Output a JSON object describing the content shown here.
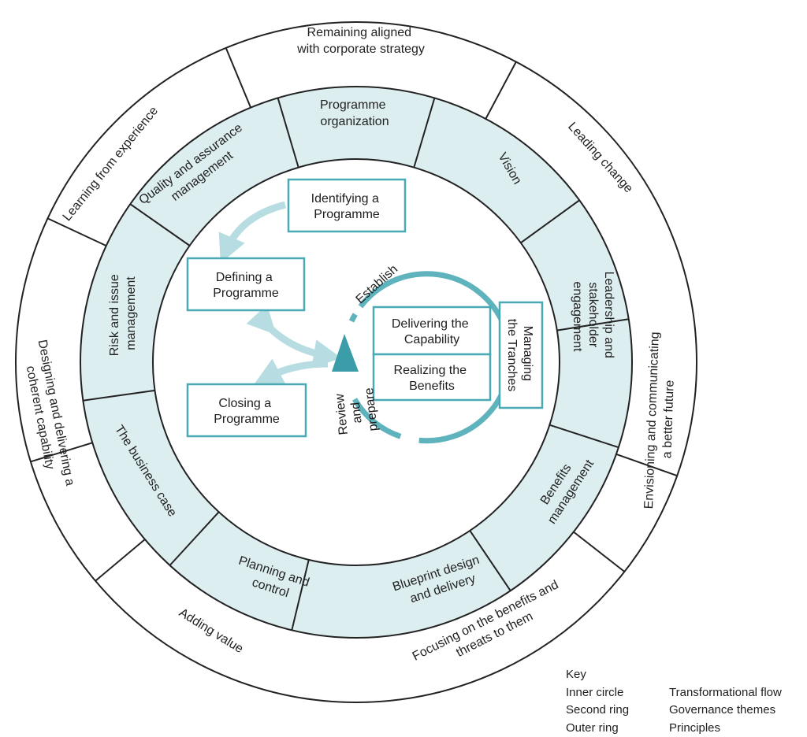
{
  "colors": {
    "teal": "#5fb3bd",
    "teal_dark": "#3a9da8",
    "box_border": "#49a9b4",
    "ring_fill": "#ddeef0",
    "arrow_light": "#b7dde2",
    "line": "#222222"
  },
  "outer_ring": {
    "segments": [
      {
        "lines": [
          "Remaining aligned",
          "with corporate strategy"
        ]
      },
      {
        "lines": [
          "Leading change"
        ]
      },
      {
        "lines": [
          "Envisioning and communicating",
          "a better future"
        ]
      },
      {
        "lines": [
          "Focusing on the benefits and",
          "threats to them"
        ]
      },
      {
        "lines": [
          "Adding value"
        ]
      },
      {
        "lines": [
          "Designing and delivering a",
          "coherent capability"
        ]
      },
      {
        "lines": [
          "Learning from experience"
        ]
      }
    ]
  },
  "second_ring": {
    "segments": [
      {
        "lines": [
          "Programme",
          "organization"
        ]
      },
      {
        "lines": [
          "Vision"
        ]
      },
      {
        "lines": [
          "Leadership and",
          "stakeholder",
          "engagement"
        ]
      },
      {
        "lines": [
          "Benefits",
          "management"
        ]
      },
      {
        "lines": [
          "Blueprint design",
          "and delivery"
        ]
      },
      {
        "lines": [
          "Planning and",
          "control"
        ]
      },
      {
        "lines": [
          "The business case"
        ]
      },
      {
        "lines": [
          "Risk and issue",
          "management"
        ]
      },
      {
        "lines": [
          "Quality and assurance",
          "management"
        ]
      }
    ]
  },
  "inner_circle": {
    "identifying": [
      "Identifying a",
      "Programme"
    ],
    "defining": [
      "Defining a",
      "Programme"
    ],
    "closing": [
      "Closing a",
      "Programme"
    ],
    "delivering": [
      "Delivering the",
      "Capability"
    ],
    "realizing": [
      "Realizing the",
      "Benefits"
    ],
    "managing": [
      "Managing",
      "the Tranches"
    ],
    "establish": "Establish",
    "review_prepare": [
      "Review",
      "and",
      "prepare"
    ]
  },
  "key": {
    "title": "Key",
    "rows": [
      {
        "label": "Inner circle",
        "value": "Transformational flow"
      },
      {
        "label": "Second ring",
        "value": "Governance themes"
      },
      {
        "label": "Outer ring",
        "value": "Principles"
      }
    ]
  }
}
